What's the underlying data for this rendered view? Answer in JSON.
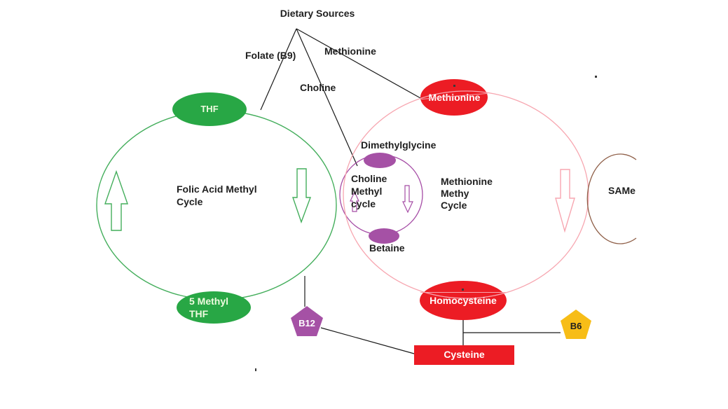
{
  "dietary": {
    "label": "Dietary Sources",
    "branch_folate": "Folate (B9)",
    "branch_methionine": "Methionine",
    "branch_choline": "Choline"
  },
  "folic_cycle": {
    "label": "Folic Acid Methyl\nCycle",
    "top_node": "THF",
    "bottom_node": "5 Methyl\nTHF"
  },
  "choline_cycle": {
    "label": "Choline\nMethyl\ncycle",
    "top_node_label": "Dimethylglycine",
    "bottom_node_label": "Betaine"
  },
  "methionine_cycle": {
    "label": "Methionine\nMethy\nCycle",
    "top_node": "Methionine",
    "bottom_node": "Homocysteine",
    "same_label": "SAMe"
  },
  "cofactors": {
    "b12": "B12",
    "b6": "B6"
  },
  "products": {
    "cysteine": "Cysteine"
  },
  "colors": {
    "green_fill": "#28a745",
    "green_stroke": "#44ae5c",
    "red_fill": "#ec1c24",
    "pink_stroke": "#f7a6b0",
    "purple_fill": "#a551a5",
    "purple_stroke": "#a54ca5",
    "gold_fill": "#f7bd17",
    "brown_stroke": "#8f5f48",
    "line_black": "#1a1a1a",
    "speck_dark": "#3a3a3a"
  }
}
